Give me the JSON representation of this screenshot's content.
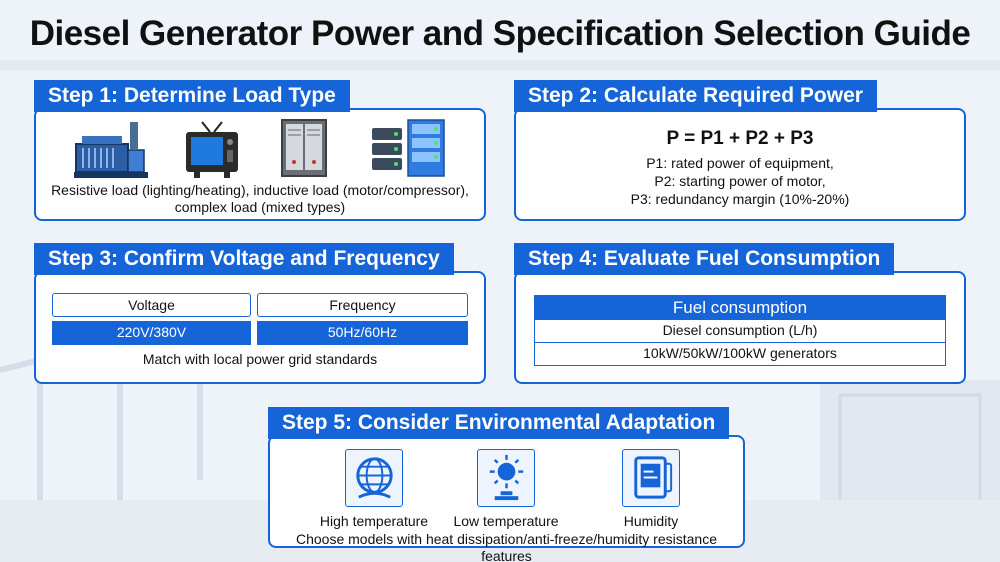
{
  "title": "Diesel Generator Power and Specification Selection Guide",
  "step1": {
    "header": "Step 1: Determine Load Type",
    "icons": [
      "generator-icon",
      "television-icon",
      "cabinet-icon",
      "server-rack-icon"
    ],
    "desc_line1": "Resistive load (lighting/heating), inductive load (motor/compressor),",
    "desc_line2": "complex load (mixed types)"
  },
  "step2": {
    "header": "Step 2: Calculate Required Power",
    "formula": "P = P1 + P2 + P3",
    "defs": [
      "P1: rated power of equipment,",
      "P2: starting power of motor,",
      "P3: redundancy margin (10%-20%)"
    ]
  },
  "step3": {
    "header": "Step 3: Confirm Voltage and Frequency",
    "voltage_label": "Voltage",
    "frequency_label": "Frequency",
    "voltage_value": "220V/380V",
    "frequency_value": "50Hz/60Hz",
    "note": "Match with local power grid standards"
  },
  "step4": {
    "header": "Step 4: Evaluate Fuel Consumption",
    "table_header": "Fuel consumption",
    "row1": "Diesel consumption (L/h)",
    "row2": "10kW/50kW/100kW generators"
  },
  "step5": {
    "header": "Step 5: Consider Environmental Adaptation",
    "items": [
      {
        "label": "High temperature",
        "icon": "globe-heat-icon"
      },
      {
        "label": "Low temperature",
        "icon": "sun-thermometer-icon"
      },
      {
        "label": "Humidity",
        "icon": "tablet-device-icon"
      }
    ],
    "desc": "Choose models with heat dissipation/anti-freeze/humidity resistance features"
  },
  "colors": {
    "accent": "#1565d8",
    "background": "#eaf1f8"
  }
}
